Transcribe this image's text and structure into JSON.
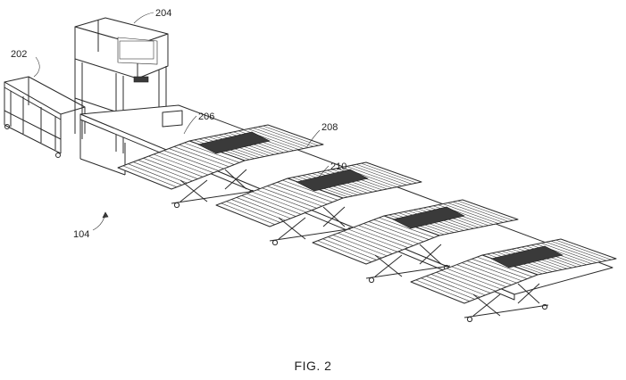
{
  "figure": {
    "caption": "FIG. 2",
    "reference_numerals": {
      "frame": "202",
      "enclosure": "204",
      "conveyor": "206",
      "ramp_a": "208",
      "ramp_b": "210",
      "system": "104"
    }
  }
}
